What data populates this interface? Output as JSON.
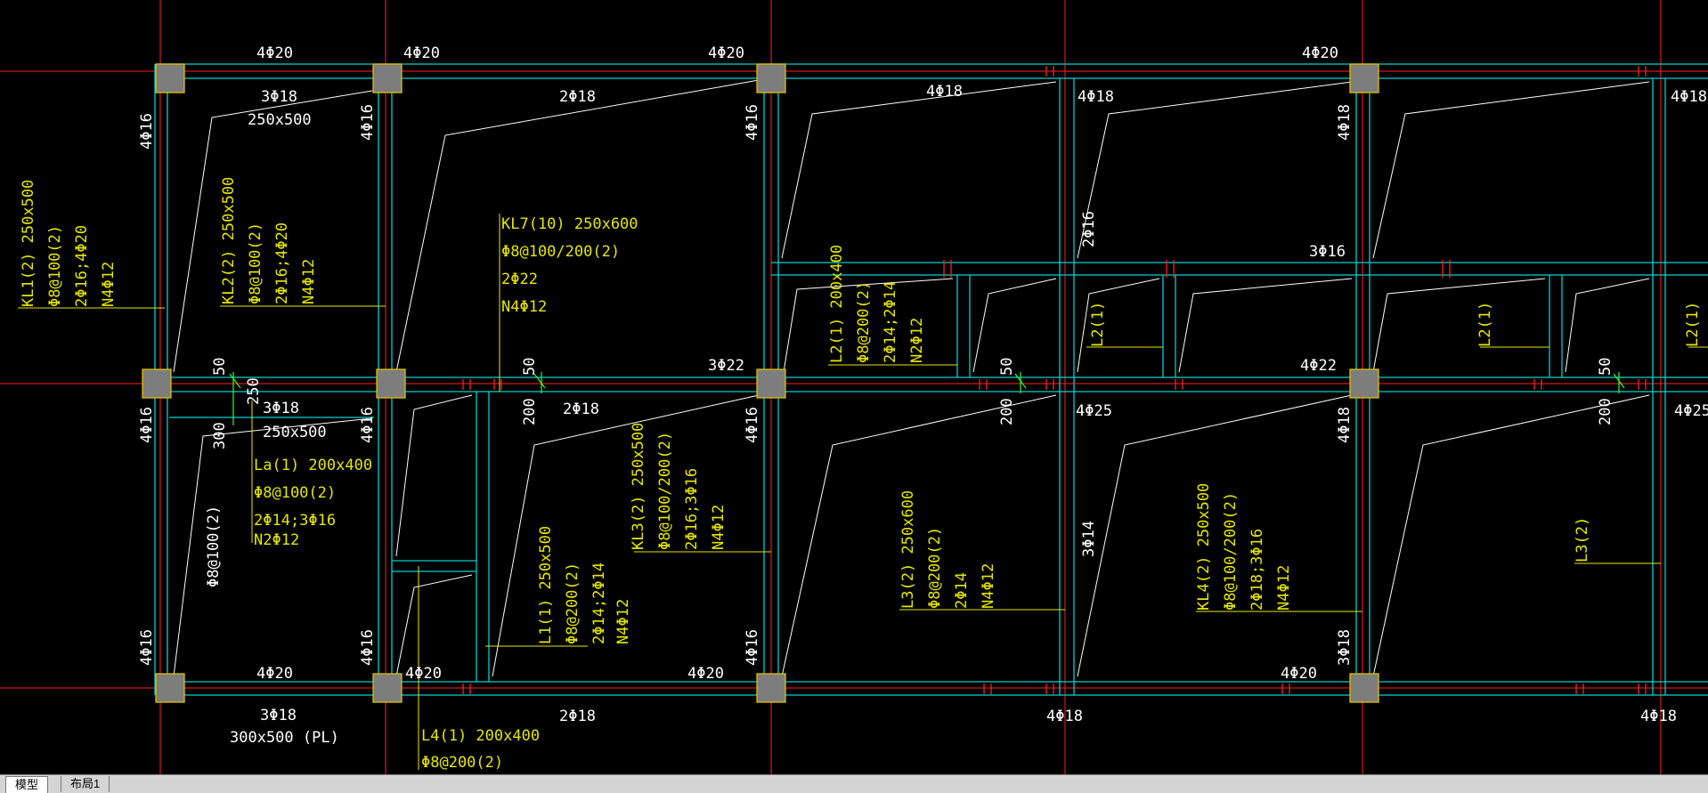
{
  "colors": {
    "background": "#000000",
    "axis": "#ff2020",
    "beam": "#00d0d0",
    "column_fill": "#7d7d7d",
    "column_edge": "#e0c000",
    "text_white": "#ffffff",
    "annotation": "#e6e600",
    "dimension": "#30ff30",
    "tab_bar": "#d4d4d4"
  },
  "tabs": [
    {
      "label": "模型",
      "active": true
    },
    {
      "label": "布局1",
      "active": false
    }
  ],
  "labels": {
    "top": [
      "4Φ20",
      "4Φ20",
      "4Φ20",
      "4Φ20"
    ],
    "row1": [
      "3Φ18",
      "250x500",
      "2Φ18",
      "4Φ18",
      "4Φ18",
      "4Φ18",
      "4Φ16",
      "4Φ16",
      "4Φ16",
      "4Φ18"
    ],
    "kl1": [
      "KL1(2) 250x500",
      "Φ8@100(2)",
      "2Φ16;4Φ20",
      "N4Φ12"
    ],
    "kl2": [
      "KL2(2) 250x500",
      "Φ8@100(2)",
      "2Φ16;4Φ20",
      "N4Φ12"
    ],
    "kl7": [
      "KL7(10) 250x600",
      "Φ8@100/200(2)",
      "2Φ22",
      "N4Φ12"
    ],
    "l2a": [
      "L2(1) 200x400",
      "Φ8@200(2)",
      "2Φ14;2Φ14",
      "N2Φ12"
    ],
    "mid": [
      "2Φ16",
      "3Φ16",
      "L2(1)",
      "L2(1)",
      "L2(1)",
      "3Φ22",
      "4Φ22",
      "50",
      "50",
      "50",
      "50",
      "250"
    ],
    "row3": [
      "3Φ18",
      "250x500",
      "2Φ18",
      "4Φ25",
      "4Φ25",
      "300",
      "200",
      "200",
      "200",
      "4Φ16",
      "4Φ16",
      "4Φ16",
      "4Φ18"
    ],
    "la": [
      "La(1) 200x400",
      "Φ8@100(2)",
      "2Φ14;3Φ16",
      "N2Φ12"
    ],
    "stirrup": "Φ8@100(2)",
    "l1": [
      "L1(1) 250x500",
      "Φ8@200(2)",
      "2Φ14;2Φ14",
      "N4Φ12"
    ],
    "kl3": [
      "KL3(2) 250x500",
      "Φ8@100/200(2)",
      "2Φ16;3Φ16",
      "N4Φ12"
    ],
    "l3a": [
      "L3(2) 250x600",
      "Φ8@200(2)",
      "2Φ14",
      "N4Φ12"
    ],
    "kl4": [
      "KL4(2) 250x500",
      "Φ8@100/200(2)",
      "2Φ18;3Φ16",
      "N4Φ12"
    ],
    "l3b": "L3(2)",
    "v3014": "3Φ14",
    "lower": [
      "4Φ20",
      "4Φ20",
      "4Φ20",
      "4Φ20",
      "4Φ16",
      "4Φ16",
      "4Φ16",
      "3Φ18"
    ],
    "bottom": [
      "3Φ18",
      "300x500 (PL)",
      "2Φ18",
      "4Φ18",
      "4Φ18"
    ],
    "l4": [
      "L4(1) 200x400",
      "Φ8@200(2)"
    ]
  }
}
